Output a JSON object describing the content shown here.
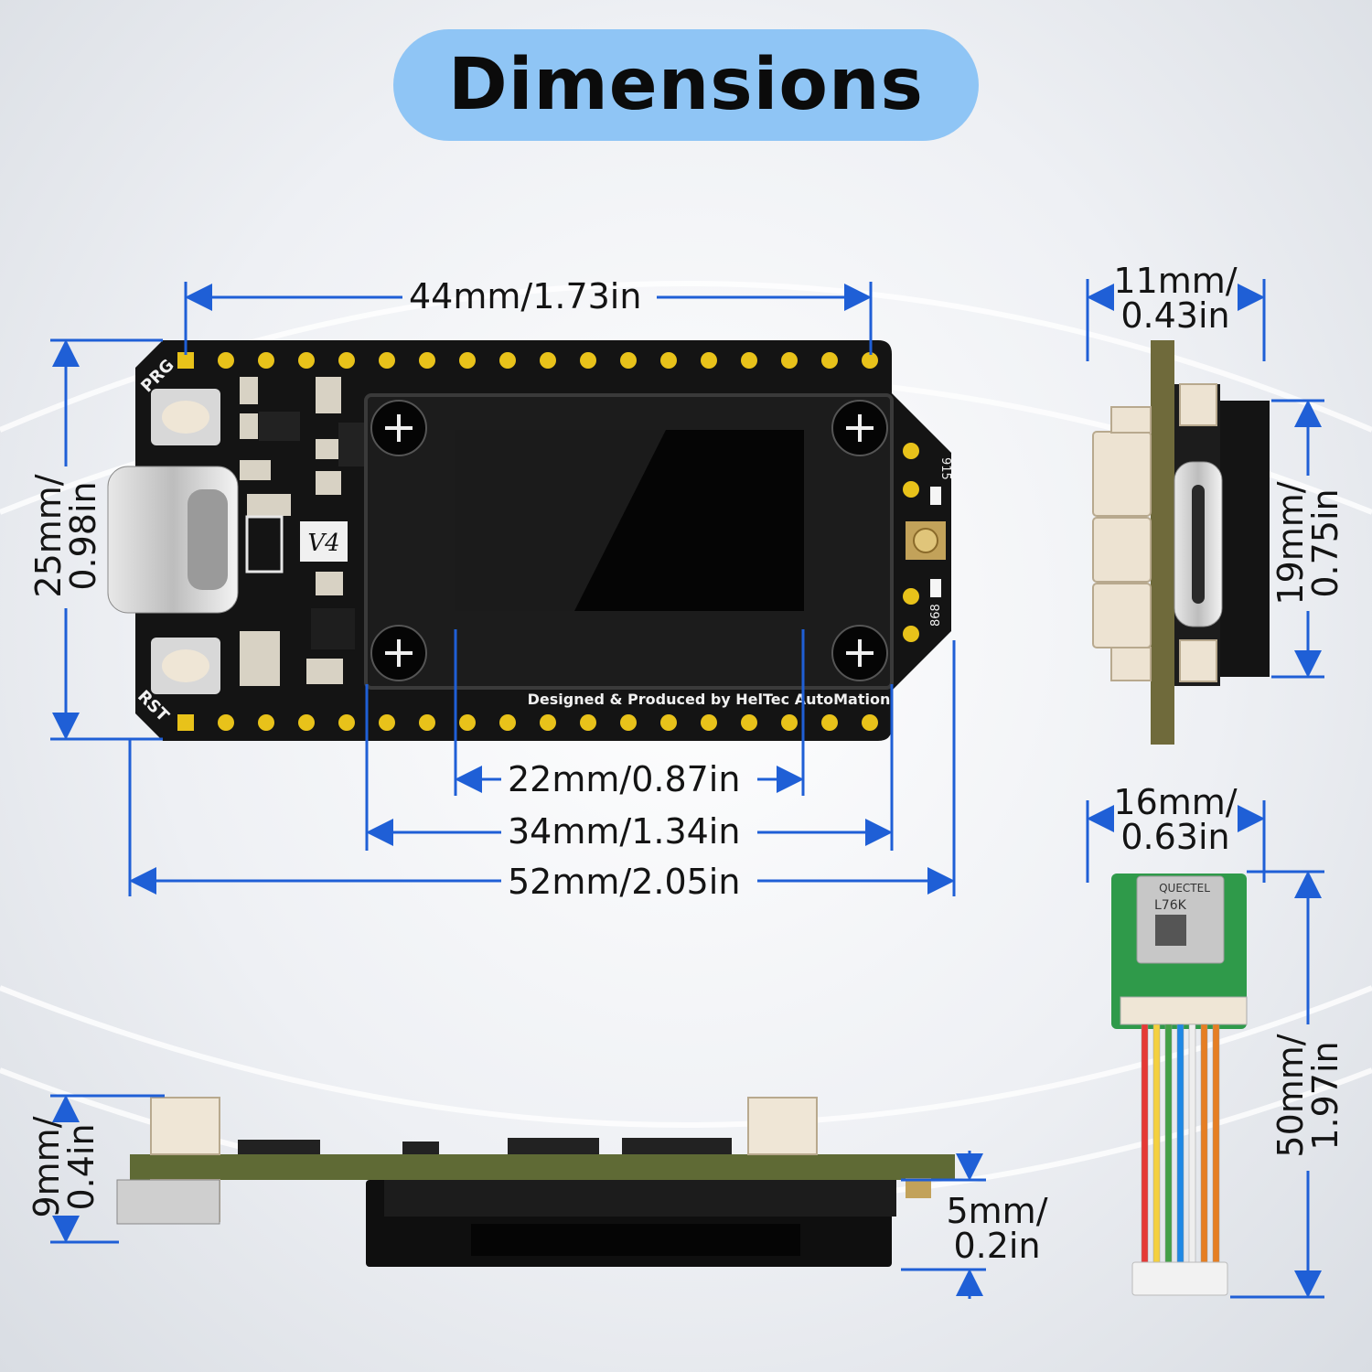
{
  "title": "Dimensions",
  "board": {
    "label_prg": "PRG",
    "label_rst": "RST",
    "label_version": "V4",
    "label_915": "915",
    "label_868": "868",
    "brand_text": "Designed & Produced by HelTec AutoMation"
  },
  "gps": {
    "brand": "QUECTEL",
    "model": "L76K"
  },
  "dimensions": {
    "top_width": "44mm/1.73in",
    "left_height_1": "25mm/",
    "left_height_2": "0.98in",
    "screen_width": "22mm/0.87in",
    "display_width": "34mm/1.34in",
    "total_length": "52mm/2.05in",
    "side_depth_1": "11mm/",
    "side_depth_2": "0.43in",
    "side_height_1": "19mm/",
    "side_height_2": "0.75in",
    "gps_width_1": "16mm/",
    "gps_width_2": "0.63in",
    "gps_length_1": "50mm/",
    "gps_length_2": "1.97in",
    "bottom_height_1": "9mm/",
    "bottom_height_2": "0.4in",
    "display_thick_1": "5mm/",
    "display_thick_2": "0.2in"
  },
  "colors": {
    "accent_pill": "#8fc5f5",
    "dimension_line": "#1f5fd6",
    "pcb_black": "#111111",
    "pad_gold": "#e8c21a"
  }
}
